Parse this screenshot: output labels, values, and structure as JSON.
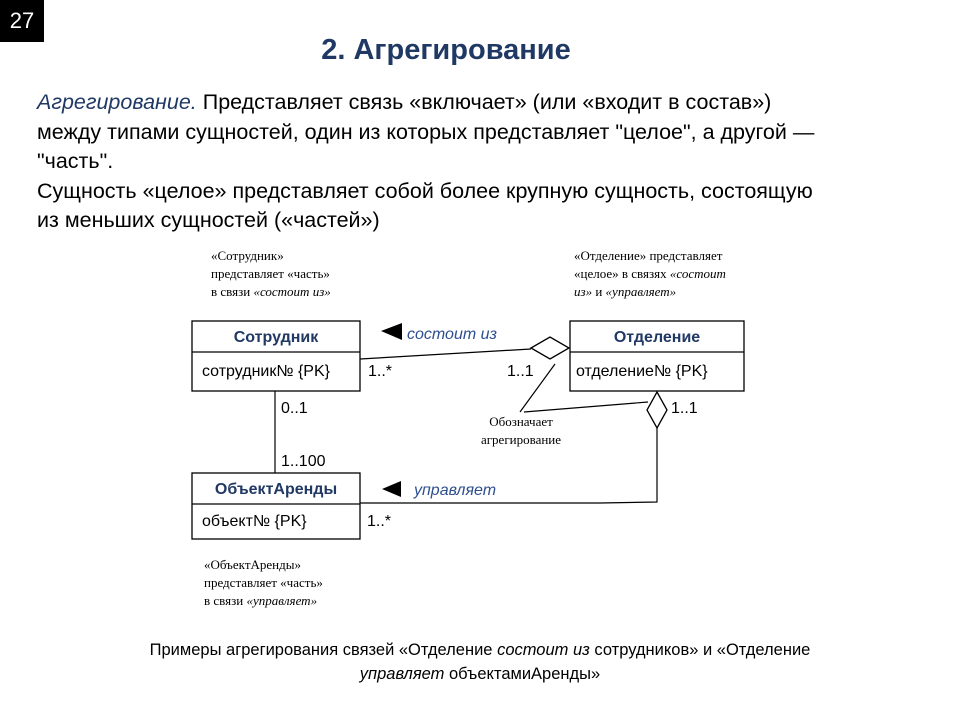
{
  "slide": {
    "number": "27",
    "title": "2. Агрегирование"
  },
  "intro": {
    "term": "Агрегирование.",
    "line1_rest": " Представляет связь «включает» (или «входит в состав»)",
    "line2": "между типами сущностей, один из которых представляет \"целое\", а другой —",
    "line3": "\"часть\".",
    "para2_line1": "Сущность «целое» представляет собой более крупную сущность, состоящую",
    "para2_line2": "из меньших сущностей («частей»)"
  },
  "diagram": {
    "entities": {
      "employee": {
        "name": "Сотрудник",
        "attr": "сотрудник№ {PK}"
      },
      "department": {
        "name": "Отделение",
        "attr": "отделение№ {PK}"
      },
      "rental": {
        "name": "ОбъектАренды",
        "attr": "объект№ {PK}"
      }
    },
    "relations": {
      "consists": {
        "label": "состоит из",
        "mult_employee": "1..*",
        "mult_department": "1..1"
      },
      "manages": {
        "label": "управляет",
        "mult_department": "1..1",
        "mult_rental": "1..*"
      },
      "employee_rental": {
        "mult_employee": "0..1",
        "mult_rental": "1..100"
      }
    },
    "notes": {
      "employee": {
        "line1": "«Сотрудник»",
        "line2": "представляет «часть»",
        "line3_plain": "в связи ",
        "line3_italic": "«состоит из»"
      },
      "department": {
        "line1": "«Отделение» представляет",
        "line2_plain": "«целое» в связях ",
        "line2_italic": "«состоит",
        "line3_italic1": "из»",
        "line3_plain": " и ",
        "line3_italic2": "«управляет»"
      },
      "rental": {
        "line1": "«ОбъектАренды»",
        "line2": "представляет «часть»",
        "line3_plain": "в связи ",
        "line3_italic": "«управляет»"
      },
      "aggregation": {
        "line1": "Обозначает",
        "line2": "агрегирование"
      }
    }
  },
  "caption": {
    "p1": "Примеры агрегирования связей «Отделение ",
    "i1": "состоит из",
    "p2": " сотрудников» и «Отделение",
    "i2": "управляет",
    "p3": " объектамиАренды»"
  }
}
